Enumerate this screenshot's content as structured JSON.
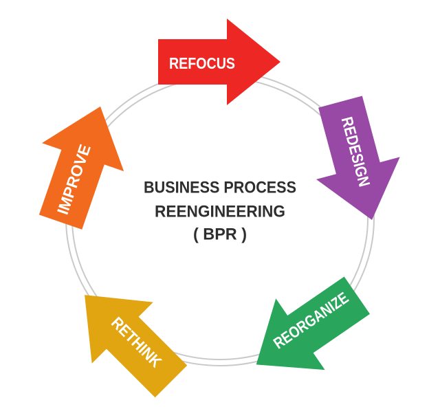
{
  "diagram": {
    "background": "#ffffff",
    "ring_color": "#c9c9c9",
    "label_color": "#ffffff",
    "title": {
      "line1": "BUSINESS PROCESS",
      "line2": "REENGINEERING",
      "line3": "( BPR )",
      "color": "#2e2e2e"
    },
    "steps": [
      {
        "label": "REFOCUS",
        "color": "#ed2724",
        "position": "top",
        "arrow_direction": "right"
      },
      {
        "label": "REDESIGN",
        "color": "#9849a5",
        "position": "right",
        "arrow_direction": "down"
      },
      {
        "label": "REORGANIZE",
        "color": "#2aa65c",
        "position": "bottom-right",
        "arrow_direction": "down-left"
      },
      {
        "label": "RETHINK",
        "color": "#e2a512",
        "position": "bottom-left",
        "arrow_direction": "up-left"
      },
      {
        "label": "IMPROVE",
        "color": "#f26a1e",
        "position": "left",
        "arrow_direction": "up"
      }
    ]
  }
}
